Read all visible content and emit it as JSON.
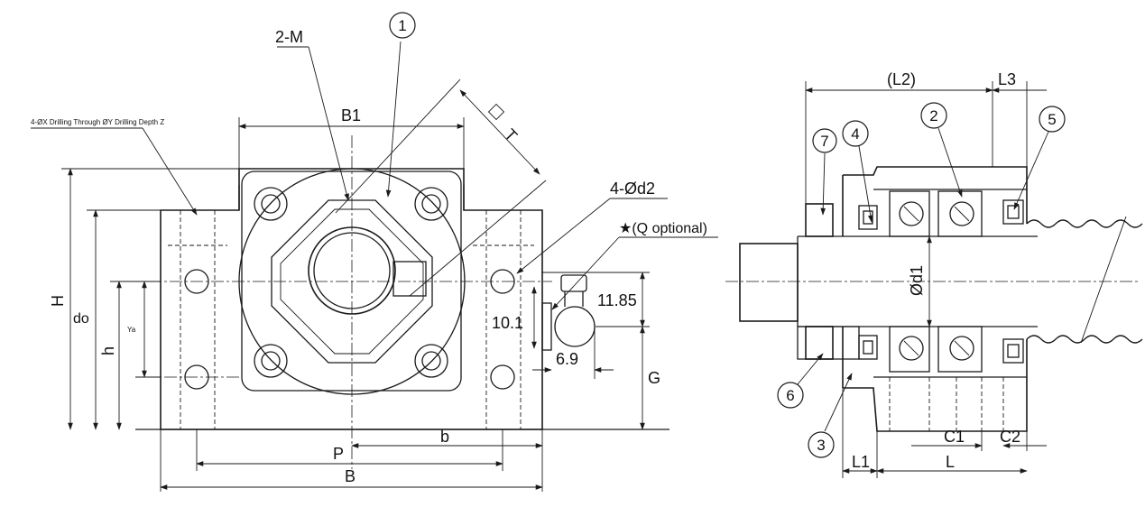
{
  "front_view": {
    "note_drilling": "4-ØX Drilling Through ØY Drilling Depth Z",
    "label_2m": "2-M",
    "label_b1": "B1",
    "label_square_t": "T",
    "label_4d2": "4-Ød2",
    "label_q_optional": "★(Q optional)",
    "label_h_total": "H",
    "label_do": "do",
    "label_h": "h",
    "label_ya": "Ya",
    "dim_10_1": "10.1",
    "dim_11_85": "11.85",
    "dim_6_9": "6.9",
    "label_g": "G",
    "label_p": "P",
    "label_b_lower": "b",
    "label_b_total": "B"
  },
  "side_view": {
    "label_l2": "(L2)",
    "label_l3": "L3",
    "label_d1": "Ød1",
    "label_c1": "C1",
    "label_c2": "C2",
    "label_l1": "L1",
    "label_l": "L"
  },
  "balloons": [
    "1",
    "2",
    "3",
    "4",
    "5",
    "6",
    "7"
  ]
}
